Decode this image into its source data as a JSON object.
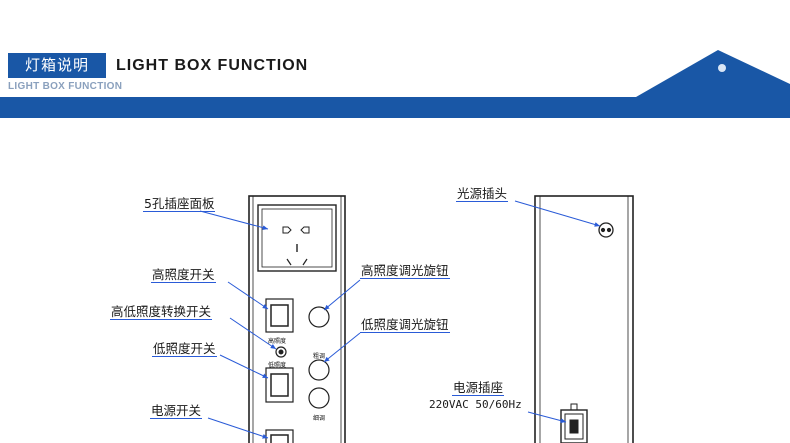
{
  "header": {
    "badge": "灯箱说明",
    "title": "LIGHT BOX FUNCTION",
    "subtitle": "LIGHT BOX FUNCTION"
  },
  "colors": {
    "brand_blue": "#1957a6",
    "leader_blue": "#2a5bd7"
  },
  "front_panel": {
    "labels": {
      "socket_panel": "5孔插座面板",
      "high_switch": "高照度开关",
      "mode_switch": "高低照度转换开关",
      "low_switch": "低照度开关",
      "power_switch": "电源开关",
      "high_knob": "高照度调光旋钮",
      "low_knob": "低照度调光旋钮"
    },
    "small_text": {
      "high": "高照度",
      "low": "低照度",
      "coarse": "粗调",
      "fine": "细调"
    }
  },
  "side_panel": {
    "labels": {
      "light_plug": "光源插头",
      "power_socket": "电源插座",
      "power_spec": "220VAC 50/60Hz"
    }
  }
}
